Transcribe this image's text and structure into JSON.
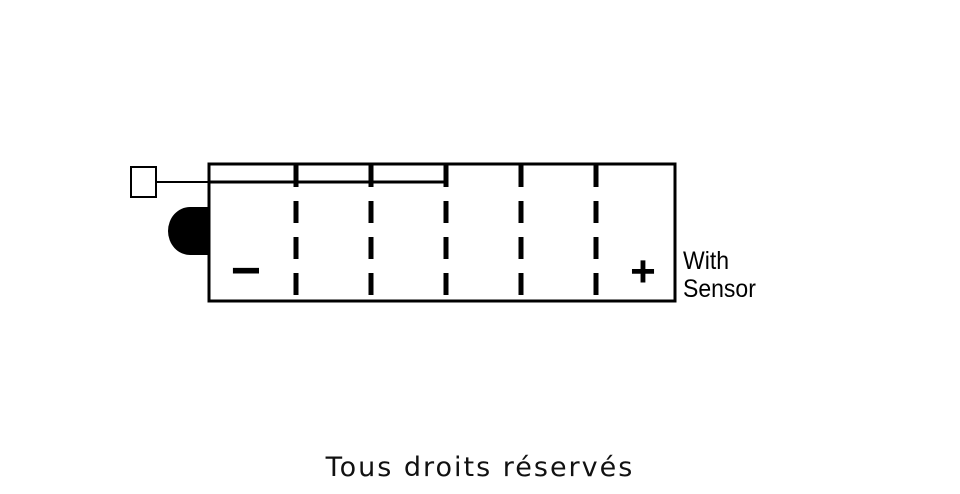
{
  "battery": {
    "cells": 6,
    "negative_symbol": "−",
    "positive_symbol": "+",
    "label_line1": "With",
    "label_line2": "Sensor"
  },
  "caption": "Tous droits réservés",
  "colors": {
    "ink": "#000000",
    "background": "#ffffff"
  }
}
